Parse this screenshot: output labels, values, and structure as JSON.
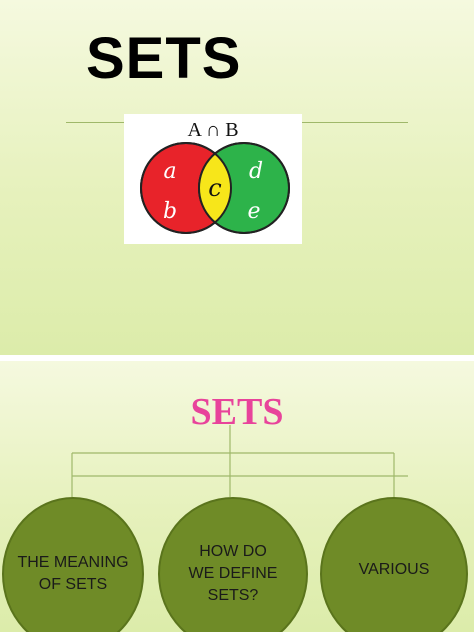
{
  "slide1": {
    "title": "SETS",
    "venn": {
      "header": "A ∩ B",
      "left_only": [
        "a",
        "b"
      ],
      "intersection": "c",
      "right_only": [
        "d",
        "e"
      ],
      "colors": {
        "left": "#e8232a",
        "intersection": "#f7e61a",
        "right": "#2db34a"
      }
    }
  },
  "slide2": {
    "title": "SETS",
    "nodes": [
      {
        "label": "THE MEANING\nOF SETS"
      },
      {
        "label": "HOW DO\nWE DEFINE\nSETS?"
      },
      {
        "label": "VARIOUS"
      }
    ]
  }
}
